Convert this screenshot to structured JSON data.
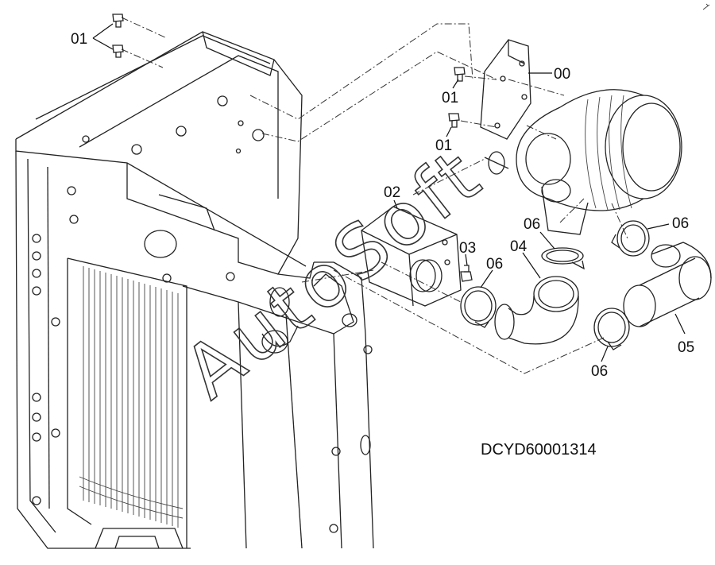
{
  "diagram": {
    "labels": {
      "p00": "00",
      "p01a": "01",
      "p01b": "01",
      "p01c": "01",
      "p02": "02",
      "p03": "03",
      "p04": "04",
      "p05": "05",
      "p06a": "06",
      "p06b": "06",
      "p06c": "06",
      "p06d": "06"
    },
    "drawing_code": "DCYD60001314",
    "watermark": "AutoSoft"
  }
}
